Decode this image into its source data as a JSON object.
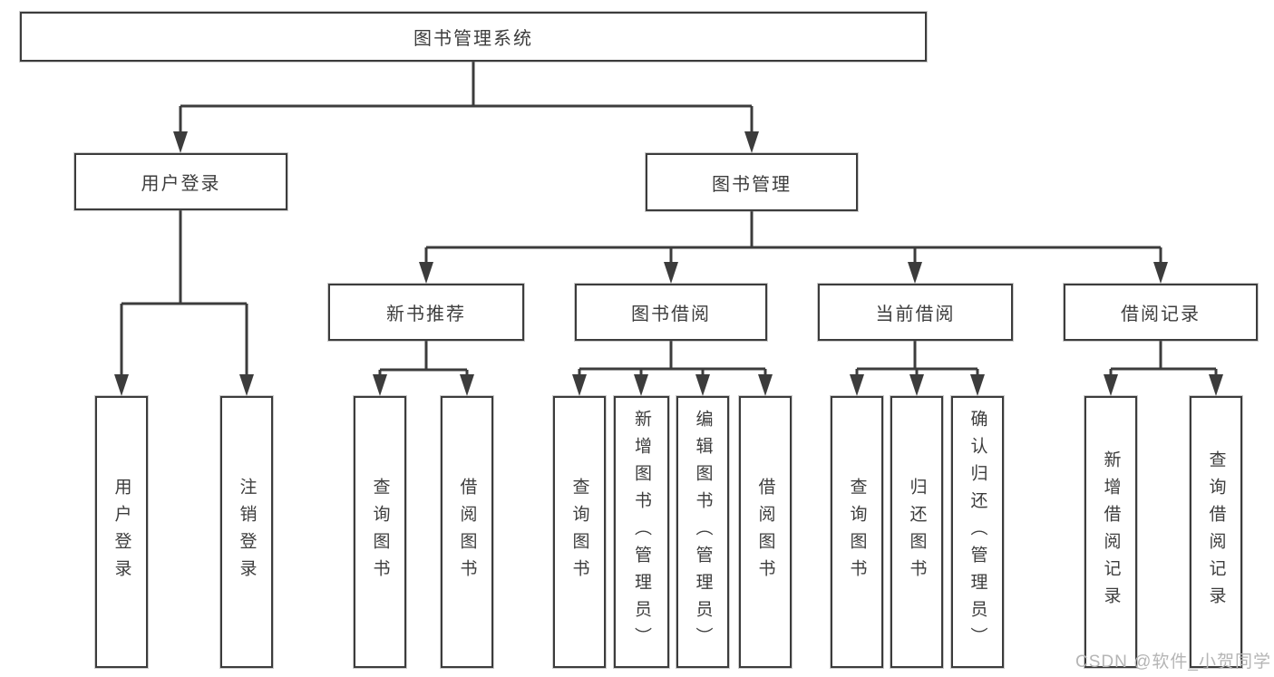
{
  "diagram": {
    "type": "tree",
    "root": {
      "id": "library-management-system",
      "label": "图书管理系统"
    },
    "level2": [
      {
        "id": "user-login",
        "label": "用户登录",
        "parent": "library-management-system"
      },
      {
        "id": "book-management",
        "label": "图书管理",
        "parent": "library-management-system"
      }
    ],
    "level3": [
      {
        "id": "new-book-recommendation",
        "label": "新书推荐",
        "parent": "book-management"
      },
      {
        "id": "book-borrowing",
        "label": "图书借阅",
        "parent": "book-management"
      },
      {
        "id": "current-borrowing",
        "label": "当前借阅",
        "parent": "book-management"
      },
      {
        "id": "borrowing-records",
        "label": "借阅记录",
        "parent": "book-management"
      }
    ],
    "leaves": [
      {
        "id": "user-login-leaf",
        "label": "用户登录",
        "parent": "user-login"
      },
      {
        "id": "logout",
        "label": "注销登录",
        "parent": "user-login"
      },
      {
        "id": "query-books-recommend",
        "label": "查询图书",
        "parent": "new-book-recommendation"
      },
      {
        "id": "borrow-books-recommend",
        "label": "借阅图书",
        "parent": "new-book-recommendation"
      },
      {
        "id": "query-books-borrowing",
        "label": "查询图书",
        "parent": "book-borrowing"
      },
      {
        "id": "add-books-admin",
        "label": "新增图书（管理员）",
        "parent": "book-borrowing"
      },
      {
        "id": "edit-books-admin",
        "label": "编辑图书（管理员）",
        "parent": "book-borrowing"
      },
      {
        "id": "borrow-books",
        "label": "借阅图书",
        "parent": "book-borrowing"
      },
      {
        "id": "query-books-current",
        "label": "查询图书",
        "parent": "current-borrowing"
      },
      {
        "id": "return-books",
        "label": "归还图书",
        "parent": "current-borrowing"
      },
      {
        "id": "confirm-return-admin",
        "label": "确认归还（管理员）",
        "parent": "current-borrowing"
      },
      {
        "id": "add-borrow-record",
        "label": "新增借阅记录",
        "parent": "borrowing-records"
      },
      {
        "id": "query-borrow-record",
        "label": "查询借阅记录",
        "parent": "borrowing-records"
      }
    ]
  },
  "watermark": {
    "text": "CSDN @软件_小贺同学"
  },
  "colors": {
    "line": "#3c3c3c",
    "text": "#3d3d3d",
    "background": "#ffffff",
    "watermark": "#b5b5b5"
  }
}
